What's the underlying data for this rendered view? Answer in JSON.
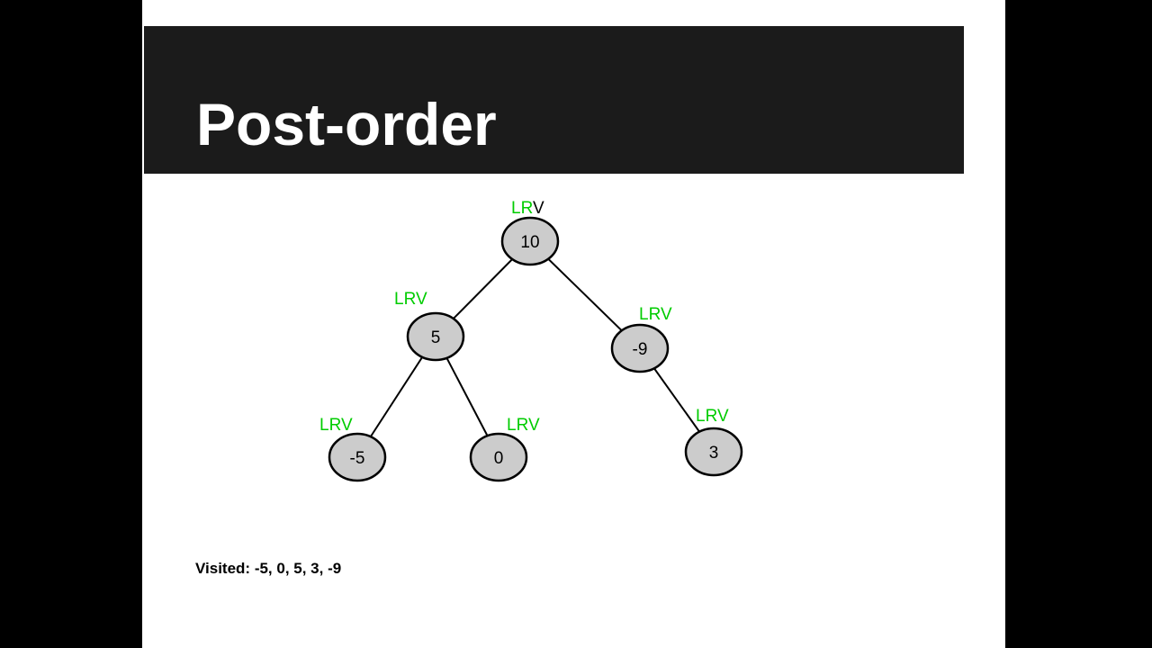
{
  "slide": {
    "title": "Post-order",
    "visited_text": "Visited: -5, 0, 5, 3, -9"
  },
  "traversal": {
    "type": "Post-order",
    "order_rule": "LRV",
    "visited_sequence": [
      -5,
      0,
      5,
      3,
      -9
    ]
  },
  "colors": {
    "accent_green": "#00cc00",
    "label_pending_black": "#000000",
    "node_fill": "#cccccc",
    "node_stroke": "#000000",
    "title_bar_bg": "#1b1b1b",
    "title_text": "#ffffff",
    "slide_bg": "#ffffff",
    "letterbox": "#000000"
  },
  "tree": {
    "nodes": [
      {
        "id": "root",
        "value": "10",
        "label_done": "LR",
        "label_pending": "V"
      },
      {
        "id": "left",
        "value": "5",
        "label_done": "LRV",
        "label_pending": ""
      },
      {
        "id": "right",
        "value": "-9",
        "label_done": "LRV",
        "label_pending": ""
      },
      {
        "id": "left-left",
        "value": "-5",
        "label_done": "LRV",
        "label_pending": ""
      },
      {
        "id": "left-right",
        "value": "0",
        "label_done": "LRV",
        "label_pending": ""
      },
      {
        "id": "right-right",
        "value": "3",
        "label_done": "LRV",
        "label_pending": ""
      }
    ],
    "edges": [
      {
        "from": "10",
        "to": "5"
      },
      {
        "from": "10",
        "to": "-9"
      },
      {
        "from": "5",
        "to": "-5"
      },
      {
        "from": "5",
        "to": "0"
      },
      {
        "from": "-9",
        "to": "3"
      }
    ]
  }
}
